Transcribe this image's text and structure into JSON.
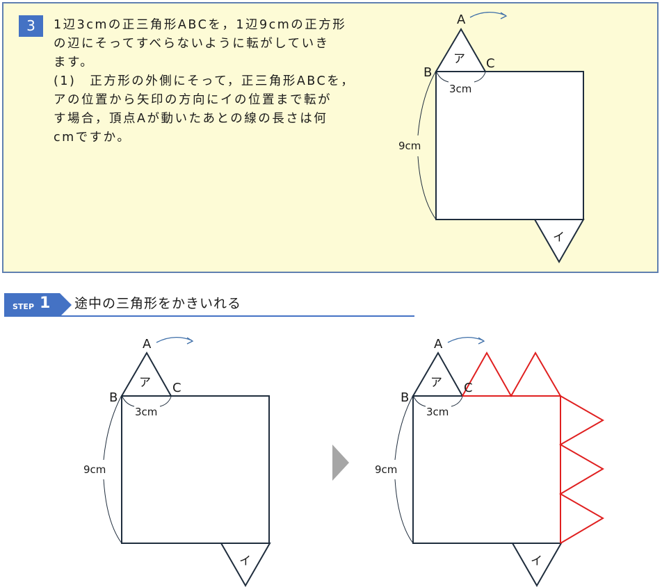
{
  "problem": {
    "number": "3",
    "text": "1辺3cmの正三角形ABCを，1辺9cmの正方形\nの辺にそってすべらないように転がしていき\nます。\n(1)　正方形の外側にそって，正三角形ABCを，\nアの位置から矢印の方向にイの位置まで転が\nす場合，頂点Aが動いたあとの線の長さは何\ncmですか。"
  },
  "step": {
    "label": "STEP",
    "number": "1",
    "title": "途中の三角形をかきいれる"
  },
  "figure_labels": {
    "a": "A",
    "b": "B",
    "c": "C",
    "start_triangle": "ア",
    "end_triangle": "イ",
    "triangle_side": "3cm",
    "square_side": "9cm"
  },
  "colors": {
    "accent": "#4472c4",
    "problem_bg": "#fdfbd6",
    "line": "#1f2d3d",
    "added_triangles": "#e02020"
  }
}
